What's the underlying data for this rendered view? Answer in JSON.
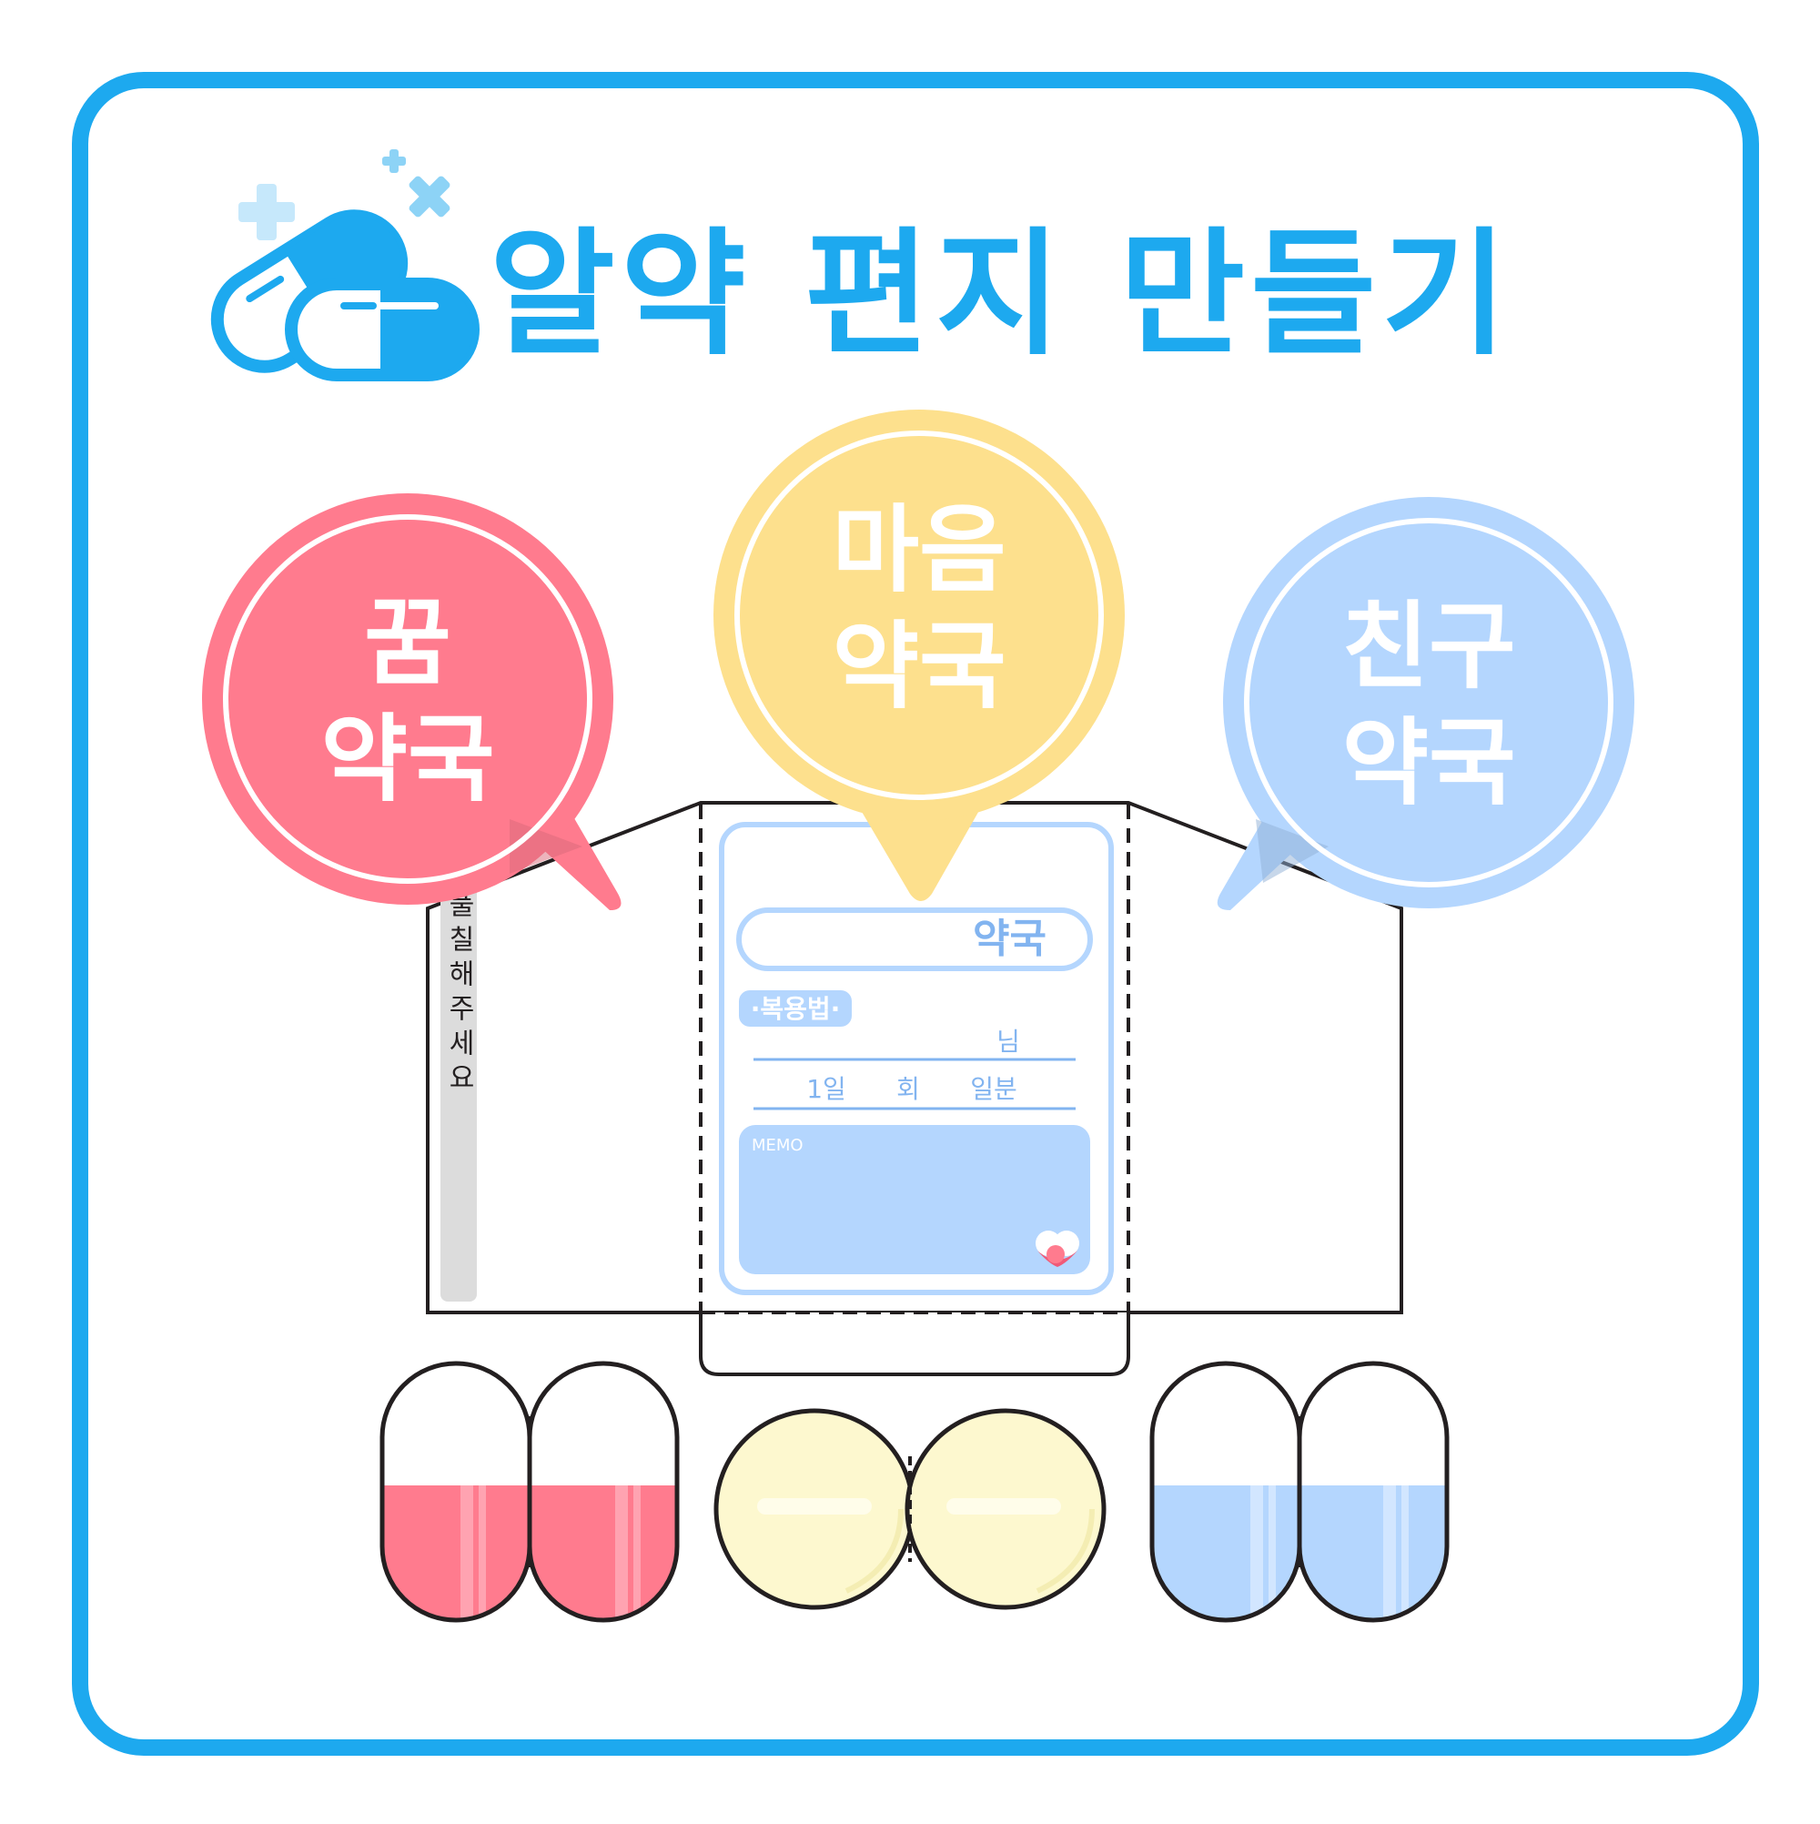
{
  "header": {
    "title": "알약 편지 만들기",
    "logo_icon": "pill-capsule-icon"
  },
  "bubbles": {
    "left": {
      "line1": "꿈",
      "line2": "약국",
      "color": "#FF7B8E"
    },
    "center": {
      "line1": "마음",
      "line2": "약국",
      "color": "#FDE08D"
    },
    "right": {
      "line1": "친구",
      "line2": "약국",
      "color": "#B4D6FE"
    }
  },
  "envelope": {
    "glue_strip_text": "풀칠해주세요",
    "label": {
      "pharmacy_suffix": "약국",
      "dosage_badge": "·복용법·",
      "name_suffix": "님",
      "per_day": "1일",
      "times": "회",
      "days_portion": "일분",
      "memo": "MEMO"
    }
  },
  "pills": {
    "left_color": "#FF7B8E",
    "center_color": "#FDF8CF",
    "right_color": "#B4D6FE"
  },
  "colors": {
    "frame": "#1DA9EF",
    "title": "#1DA9EF",
    "label_blue": "#B4D6FE",
    "label_text": "#82B4F0"
  }
}
